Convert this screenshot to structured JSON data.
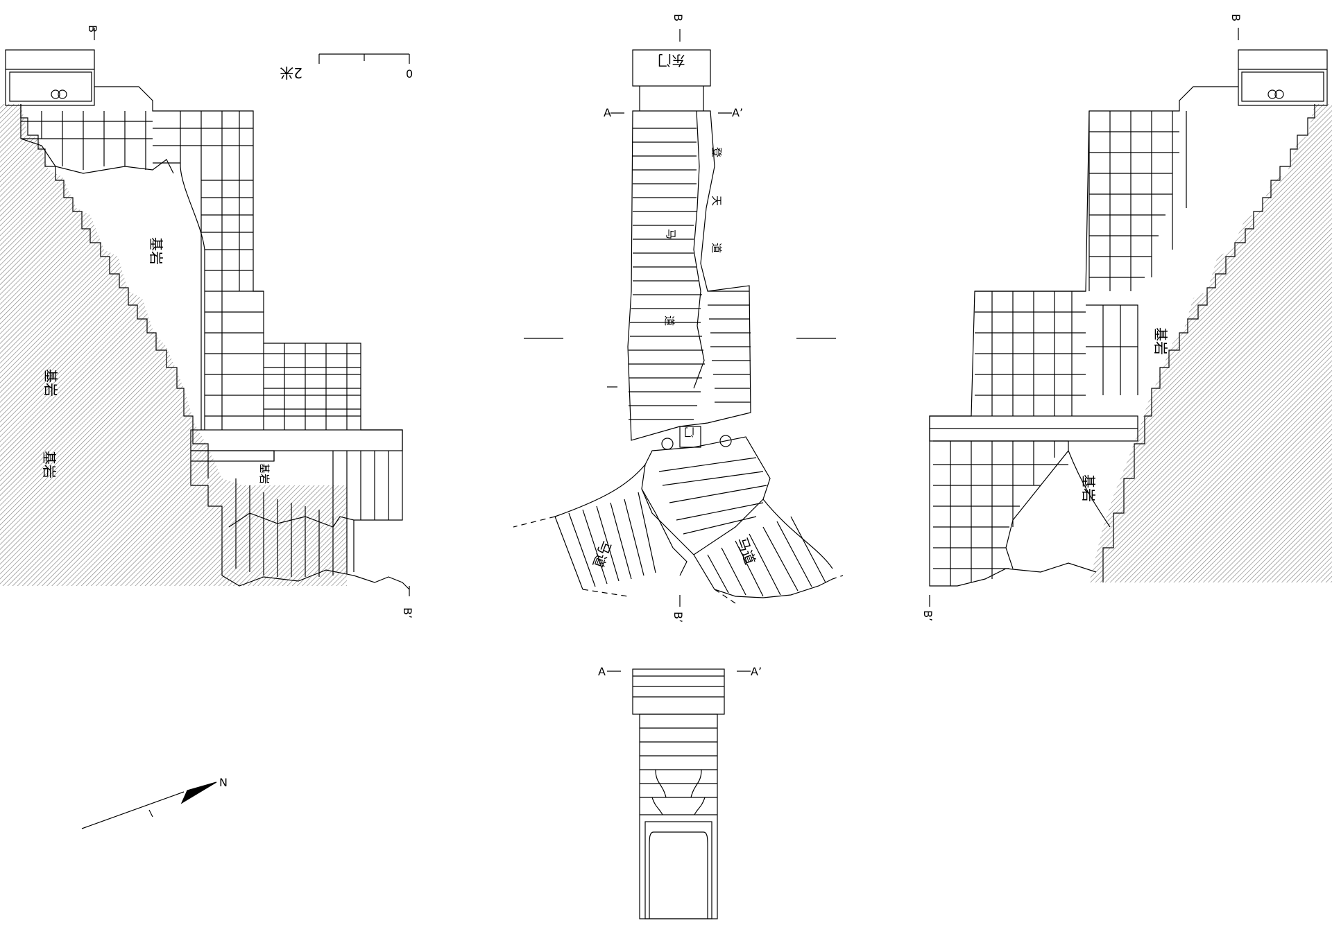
{
  "section_marks": {
    "b": "B",
    "b_prime": "B’",
    "a": "A",
    "a_prime": "A’"
  },
  "rock_label": "基岩",
  "plan_labels": {
    "top_gate": "东门",
    "road_1": "登",
    "road_2": "天",
    "road_3": "道",
    "path_1": "马",
    "path_2": "道",
    "lower_gate": "门",
    "lower_left": "马道",
    "lower_right": "马道"
  },
  "scale_bar": {
    "zero": "0",
    "end": "2米"
  },
  "north_arrow": {
    "label": "N"
  },
  "colors": {
    "line": "#000000",
    "hatch": "#8a8a8a"
  }
}
